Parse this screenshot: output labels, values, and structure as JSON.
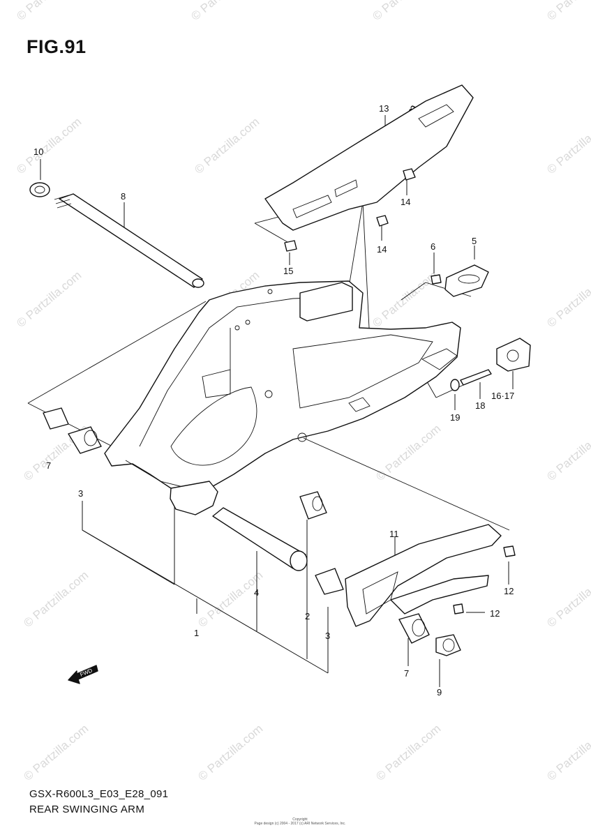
{
  "figure": {
    "title": "FIG.91",
    "code": "GSX-R600L3_E03_E28_091",
    "name": "REAR SWINGING ARM",
    "copyright_line1": "Copyright",
    "copyright_line2": "Page design (c) 2004 - 2017 (c) ARI Network Services, Inc.",
    "fwd_label": "FWD"
  },
  "watermark": {
    "text": "© Partzilla.com",
    "color": "#d9d9d9"
  },
  "callouts": {
    "c1": "1",
    "c2": "2",
    "c3a": "3",
    "c3b": "3",
    "c4": "4",
    "c5": "5",
    "c6": "6",
    "c7a": "7",
    "c7b": "7",
    "c8": "8",
    "c9": "9",
    "c10": "10",
    "c11": "11",
    "c12a": "12",
    "c12b": "12",
    "c13": "13",
    "c14a": "14",
    "c14b": "14",
    "c15": "15",
    "c16_17": "16·17",
    "c18": "18",
    "c19": "19"
  }
}
